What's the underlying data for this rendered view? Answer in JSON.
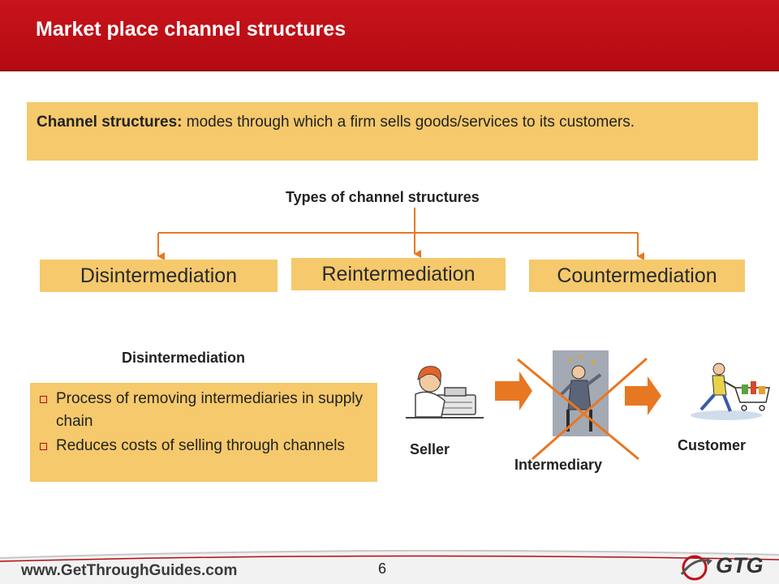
{
  "header": {
    "title": "Market place channel structures",
    "color": "#c0101a"
  },
  "definition": {
    "term": "Channel structures:",
    "text": " modes through which a firm sells goods/services to its customers."
  },
  "types": {
    "title": "Types of channel structures",
    "items": [
      "Disintermediation",
      "Reintermediation",
      "Countermediation"
    ]
  },
  "section": {
    "heading": "Disintermediation",
    "bullets": [
      "Process of removing intermediaries in supply chain",
      "Reduces costs of selling through channels"
    ]
  },
  "flow": {
    "nodes": [
      "Seller",
      "Intermediary",
      "Customer"
    ],
    "icons": [
      "seller-icon",
      "intermediary-icon",
      "customer-icon",
      "arrow-right-icon",
      "cross-icon"
    ]
  },
  "footer": {
    "url": "www.GetThroughGuides.com",
    "page_number": "6",
    "logo_text": "GTG"
  },
  "colors": {
    "accent_red": "#c0101a",
    "box_fill": "#f5c96c",
    "arrow_orange": "#e87722"
  }
}
